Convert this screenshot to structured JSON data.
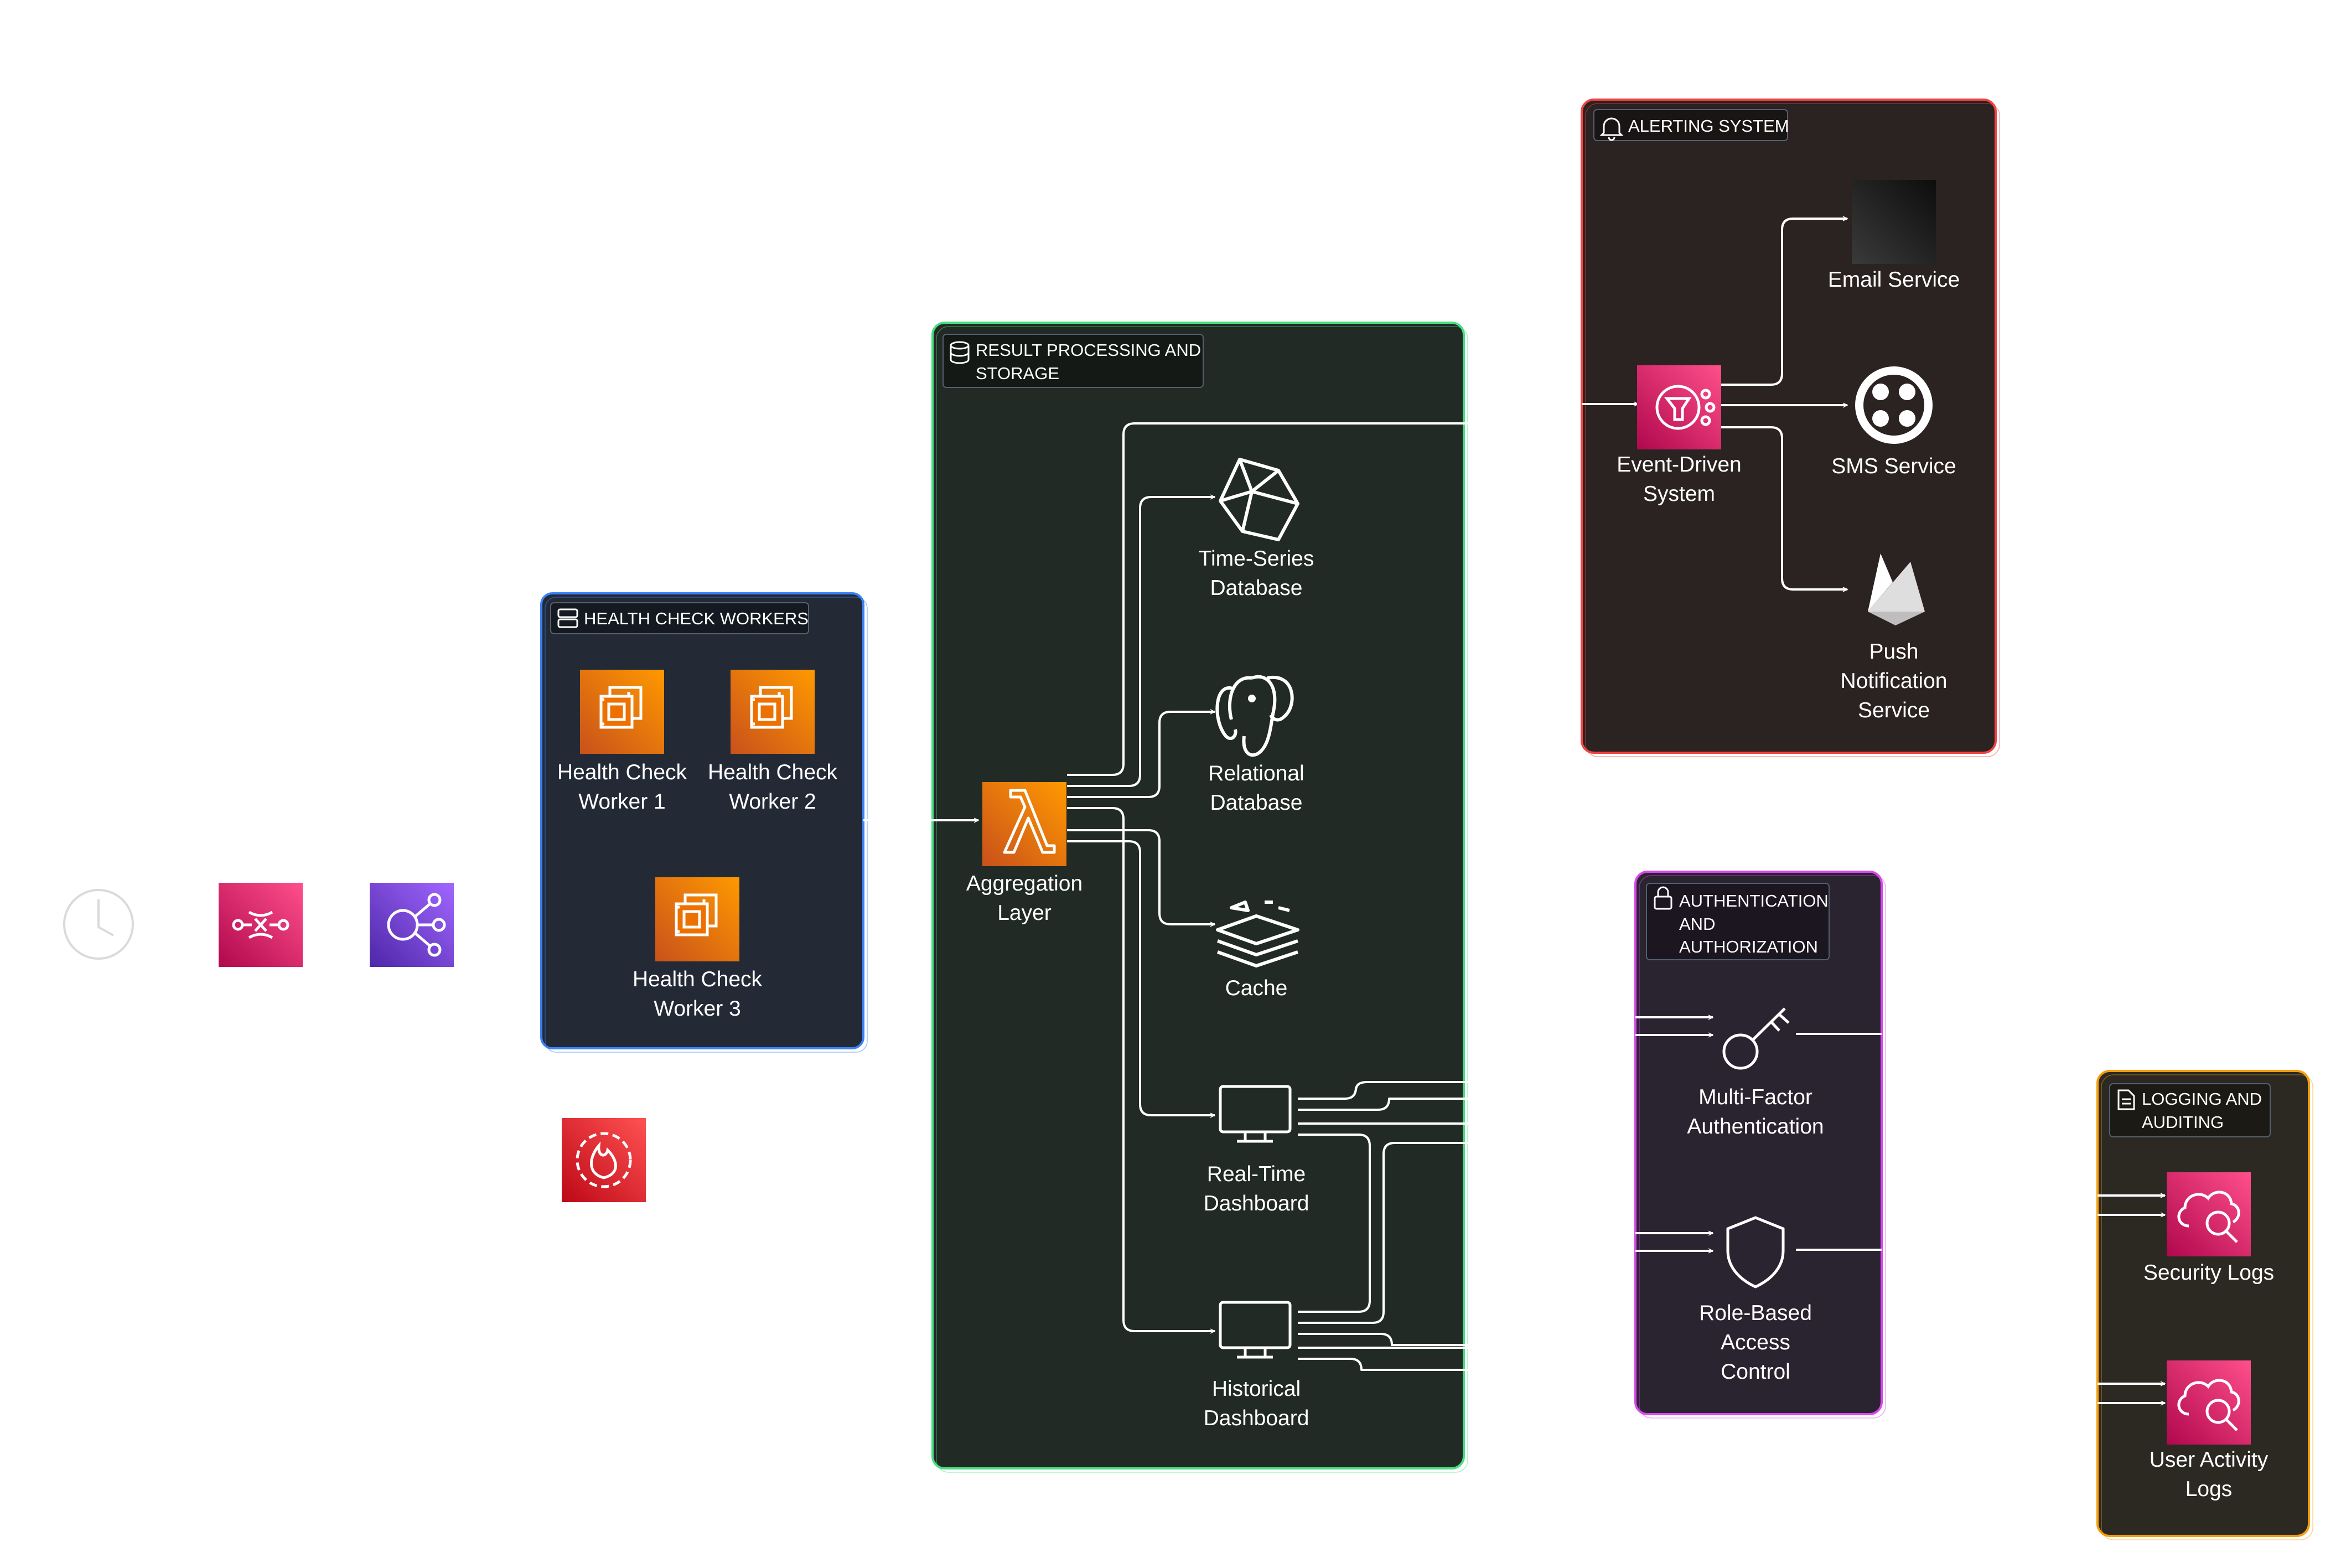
{
  "groups": {
    "workers": {
      "title": "HEALTH CHECK WORKERS",
      "icon": "server-icon",
      "border": "#3b82f6",
      "fill": "#232a36"
    },
    "processing": {
      "title_line1": "RESULT PROCESSING AND",
      "title_line2": "STORAGE",
      "icon": "database-icon",
      "border": "#4ade80",
      "fill": "#222a25"
    },
    "alerting": {
      "title": "ALERTING SYSTEM",
      "icon": "bell-icon",
      "border": "#ef4444",
      "fill": "#2b2222"
    },
    "auth": {
      "title_line1": "AUTHENTICATION",
      "title_line2": "AND",
      "title_line3": "AUTHORIZATION",
      "icon": "lock-icon",
      "border": "#d946ef",
      "fill": "#2a2330"
    },
    "logging": {
      "title_line1": "LOGGING AND",
      "title_line2": "AUDITING",
      "icon": "file-icon",
      "border": "#f59e0b",
      "fill": "#2b2922"
    }
  },
  "nodes": {
    "worker1": {
      "line1": "Health Check",
      "line2": "Worker 1"
    },
    "worker2": {
      "line1": "Health Check",
      "line2": "Worker 2"
    },
    "worker3": {
      "line1": "Health Check",
      "line2": "Worker 3"
    },
    "aggregation": {
      "line1": "Aggregation",
      "line2": "Layer"
    },
    "tsdb": {
      "line1": "Time-Series",
      "line2": "Database"
    },
    "reldb": {
      "line1": "Relational",
      "line2": "Database"
    },
    "cache": {
      "line1": "Cache"
    },
    "rtdash": {
      "line1": "Real-Time",
      "line2": "Dashboard"
    },
    "histdash": {
      "line1": "Historical",
      "line2": "Dashboard"
    },
    "eventsys": {
      "line1": "Event-Driven",
      "line2": "System"
    },
    "email": {
      "line1": "Email Service"
    },
    "sms": {
      "line1": "SMS Service"
    },
    "push": {
      "line1": "Push",
      "line2": "Notification",
      "line3": "Service"
    },
    "mfa": {
      "line1": "Multi-Factor",
      "line2": "Authentication"
    },
    "rbac": {
      "line1": "Role-Based",
      "line2": "Access",
      "line3": "Control"
    },
    "seclogs": {
      "line1": "Security Logs"
    },
    "ualogs": {
      "line1": "User Activity",
      "line2": "Logs"
    }
  },
  "standalone_icons": [
    "clock-icon",
    "queue-icon",
    "event-bus-icon",
    "firewall-icon"
  ],
  "colors": {
    "compute_orange": "#ed7100",
    "integration_pink": "#e7157b",
    "network_purple": "#8c4fff",
    "security_red": "#dd344c",
    "connector": "#ffffff"
  }
}
